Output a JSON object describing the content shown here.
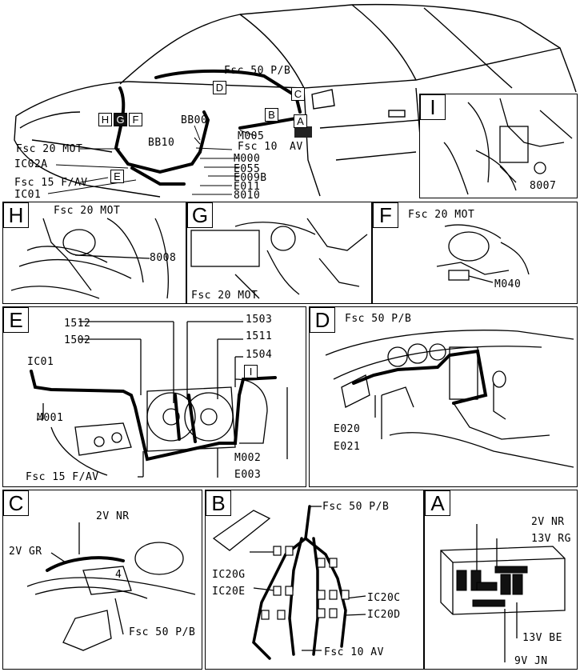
{
  "overview": {
    "labels": {
      "fsc50": "Fsc 50 P/B",
      "fsc20mot": "Fsc 20 MOT",
      "ic02a": "IC02A",
      "fsc15": "Fsc 15 F/AV",
      "ic01": "IC01",
      "bb00": "BB00",
      "bb10": "BB10",
      "m005": "M005",
      "fsc10": "Fsc 10",
      "av": "AV",
      "m000": "M000",
      "e055": "E055",
      "e009b": "E009B",
      "e011": "E011",
      "n8010": "8010"
    },
    "callouts": [
      "H",
      "G",
      "F",
      "D",
      "C",
      "B",
      "A",
      "E"
    ]
  },
  "panel_i": {
    "letter": "I",
    "label": "8007"
  },
  "panel_h": {
    "letter": "H",
    "fsc": "Fsc 20 MOT",
    "label": "8008"
  },
  "panel_g": {
    "letter": "G",
    "fsc": "Fsc 20 MOT"
  },
  "panel_f": {
    "letter": "F",
    "fsc": "Fsc 20 MOT",
    "label": "M040"
  },
  "panel_e": {
    "letter": "E",
    "labels": {
      "n1512": "1512",
      "n1503": "1503",
      "n1502": "1502",
      "n1511": "1511",
      "n1504": "1504",
      "ic01": "IC01",
      "m001": "M001",
      "m002": "M002",
      "e003": "E003",
      "fsc15": "Fsc 15 F/AV",
      "i_box": "I"
    }
  },
  "panel_d": {
    "letter": "D",
    "fsc": "Fsc 50 P/B",
    "e020": "E020",
    "e021": "E021"
  },
  "panel_c": {
    "letter": "C",
    "v2nr": "2V NR",
    "v2gr": "2V GR",
    "fsc": "Fsc 50 P/B",
    "mark": "4"
  },
  "panel_b": {
    "letter": "B",
    "fsc50": "Fsc 50 P/B",
    "ic20g": "IC20G",
    "ic20e": "IC20E",
    "ic20c": "IC20C",
    "ic20d": "IC20D",
    "fsc10": "Fsc 10 AV"
  },
  "panel_a": {
    "letter": "A",
    "v2nr": "2V NR",
    "v13rg": "13V RG",
    "v13be": "13V BE",
    "v9jn": "9V JN"
  }
}
